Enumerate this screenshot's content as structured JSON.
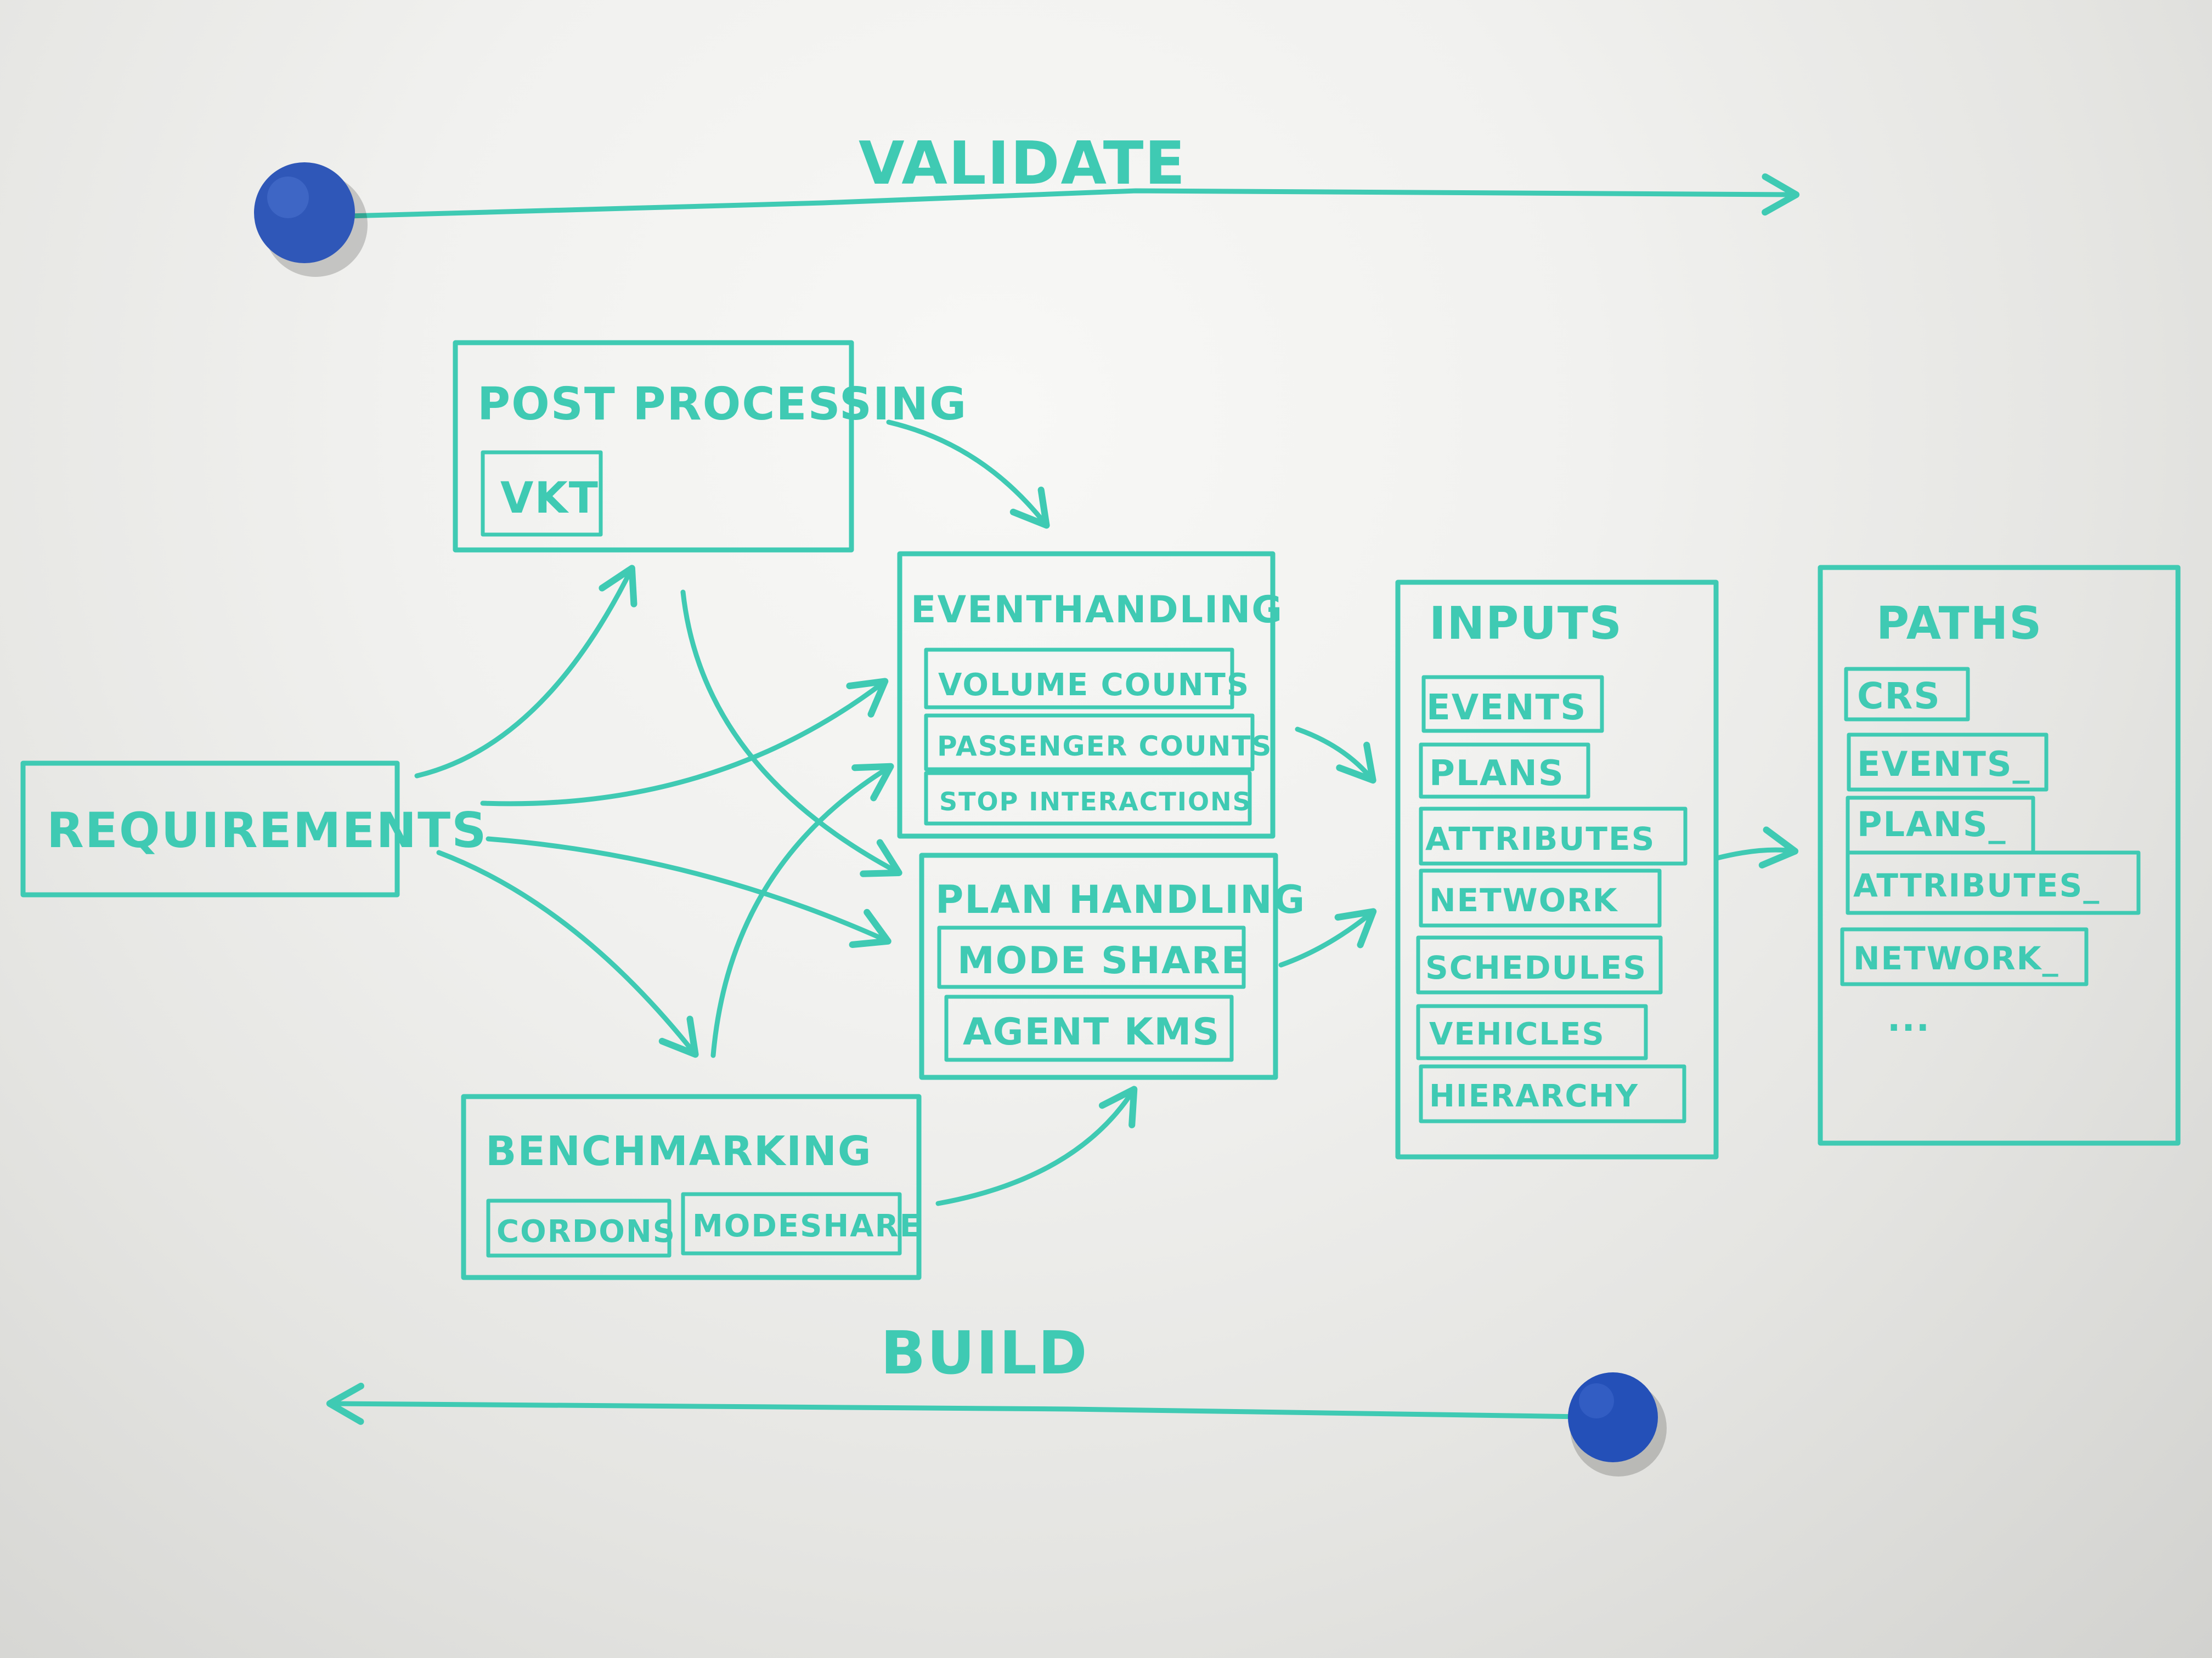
{
  "validate_label": "VALIDATE",
  "build_label": "BUILD",
  "requirements": "REQUIREMENTS",
  "post_processing": {
    "title": "POST PROCESSING",
    "items": [
      "VKT"
    ]
  },
  "benchmarking": {
    "title": "BENCHMARKING",
    "items": [
      "CORDONS",
      "MODESHARE"
    ]
  },
  "event_handling": {
    "title": "EVENTHANDLING",
    "items": [
      "VOLUME COUNTS",
      "PASSENGER COUNTS",
      "STOP INTERACTIONS"
    ]
  },
  "plan_handling": {
    "title": "PLAN HANDLING",
    "items": [
      "MODE SHARE",
      "AGENT KMS"
    ]
  },
  "inputs": {
    "title": "INPUTS",
    "items": [
      "EVENTS",
      "PLANS",
      "ATTRIBUTES",
      "NETWORK",
      "SCHEDULES",
      "VEHICLES",
      "HIERARCHY"
    ]
  },
  "paths": {
    "title": "PATHS",
    "items": [
      "CRS",
      "EVENTS_",
      "PLANS_",
      "ATTRIBUTES_",
      "NETWORK_",
      "..."
    ]
  },
  "colors": {
    "ink": "#3fcab3",
    "magnet": "#2f57b8",
    "board": "#f1f1ef"
  }
}
